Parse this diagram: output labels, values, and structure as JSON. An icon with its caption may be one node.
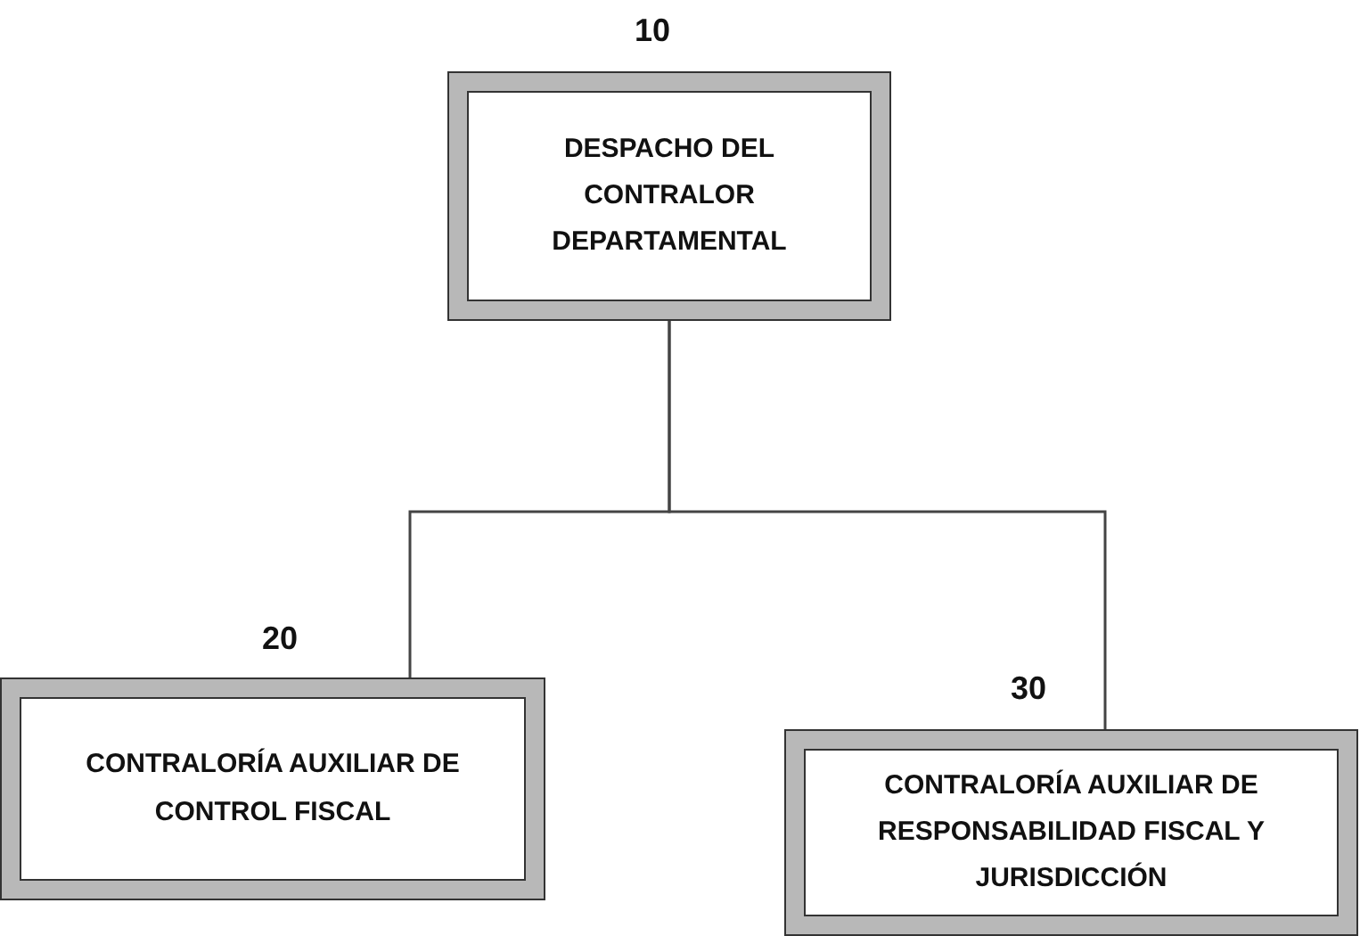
{
  "diagram": {
    "nodes": [
      {
        "text": [
          "10",
          "DESPACHO DEL CONTRALOR DEPARTAMENTAL"
        ]
      },
      {
        "text": [
          "20",
          "CONTRALORÍA AUXILIAR DE CONTROL FISCAL"
        ]
      },
      {
        "text": [
          "30",
          "CONTRALORÍA AUXILIAR DE RESPONSABILIDAD FISCAL Y JURISDICCIÓN"
        ]
      }
    ],
    "edges": [
      {
        "from": 0,
        "to": 1,
        "arrow": "none"
      },
      {
        "from": 0,
        "to": 2,
        "arrow": "none"
      }
    ]
  }
}
